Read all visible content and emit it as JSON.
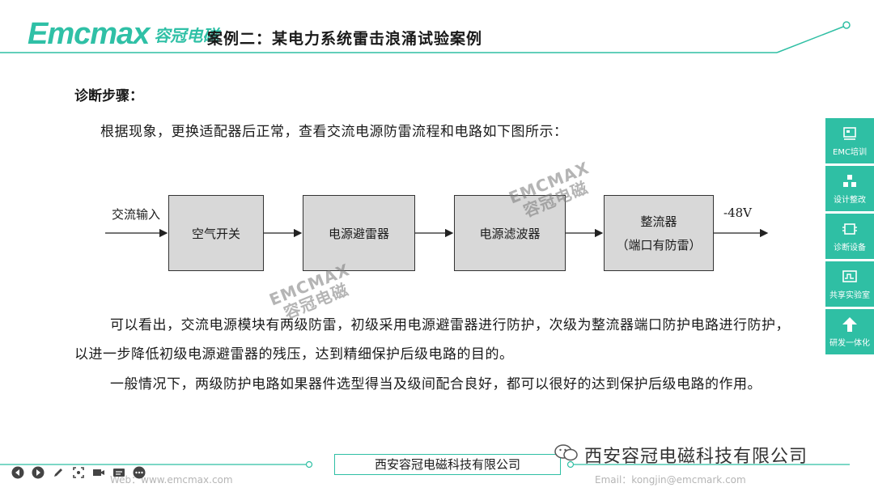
{
  "header": {
    "logo_latin": "Emcmax",
    "logo_cn": "容冠电磁",
    "title": "案例二：某电力系统雷击浪涌试验案例"
  },
  "body": {
    "section_heading": "诊断步骤：",
    "intro": "根据现象，更换适配器后正常，查看交流电源防雷流程和电路如下图所示：",
    "paragraph1": "可以看出，交流电源模块有两级防雷，初级采用电源避雷器进行防护，次级为整流器端口防护电路进行防护，以进一步降低初级电源避雷器的残压，达到精细保护后级电路的目的。",
    "paragraph2": "一般情况下，两级防护电路如果器件选型得当及级间配合良好，都可以很好的达到保护后级电路的作用。"
  },
  "diagram": {
    "input_label": "交流输入",
    "output_label": "-48V",
    "blocks": [
      {
        "label": "空气开关"
      },
      {
        "label": "电源避雷器"
      },
      {
        "label": "电源滤波器"
      },
      {
        "label": "整流器",
        "sublabel": "（端口有防雷）"
      }
    ]
  },
  "watermark": {
    "line1": "EMCMAX",
    "line2": "容冠电磁"
  },
  "sidebar": {
    "items": [
      {
        "label": "EMC培训",
        "icon": "training-icon"
      },
      {
        "label": "设计整改",
        "icon": "design-icon"
      },
      {
        "label": "诊断设备",
        "icon": "diagnosis-icon"
      },
      {
        "label": "共享实验室",
        "icon": "lab-icon"
      },
      {
        "label": "研发一体化",
        "icon": "arrow-up-icon"
      }
    ]
  },
  "footer": {
    "company_box": "西安容冠电磁科技有限公司",
    "company_right": "西安容冠电磁科技有限公司",
    "web": "Web：www.emcmax.com",
    "email": "Email：kongjin@emcmark.com"
  },
  "colors": {
    "accent": "#2fbfa4",
    "block_fill": "#d8d8d8"
  }
}
